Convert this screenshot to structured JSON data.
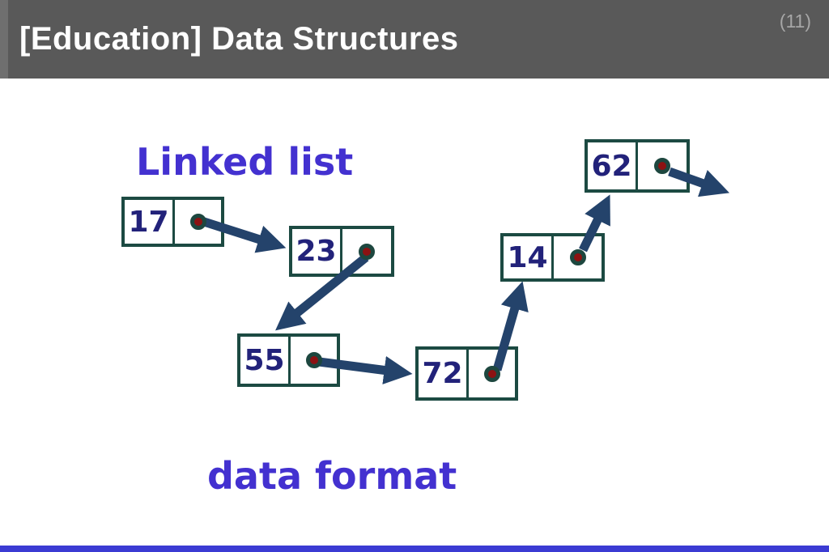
{
  "slide": {
    "header": {
      "title": "[Education] Data Structures",
      "page_number": "(11)"
    },
    "diagram": {
      "title": "Linked list",
      "caption": "data format",
      "nodes": [
        {
          "value": "17",
          "next": "23"
        },
        {
          "value": "23",
          "next": "55"
        },
        {
          "value": "55",
          "next": "72"
        },
        {
          "value": "72",
          "next": "14"
        },
        {
          "value": "14",
          "next": "62"
        },
        {
          "value": "62",
          "next": "end"
        }
      ]
    },
    "colors": {
      "header_bg": "#595959",
      "header_text": "#ffffff",
      "page_number_text": "#a6a6a6",
      "label_text": "#4331d0",
      "node_border": "#1c4a42",
      "node_value_text": "#22227a",
      "arrow": "#24436b",
      "dot_fill": "#8c1212",
      "dot_ring": "#1d473f",
      "footer_bar": "#3b3bd3"
    }
  }
}
